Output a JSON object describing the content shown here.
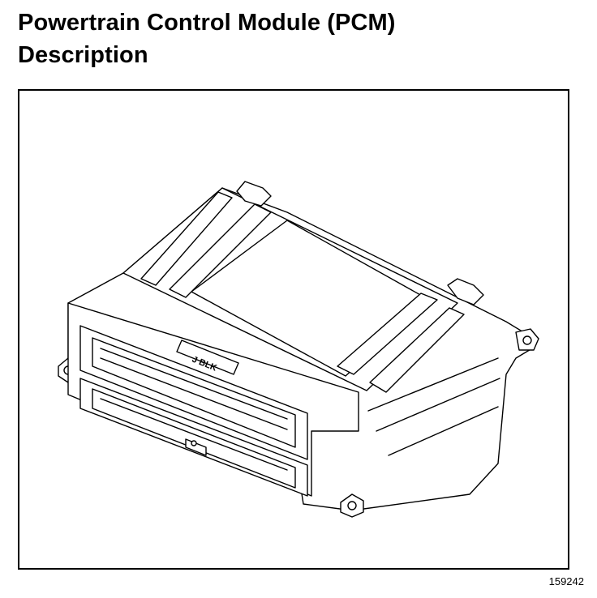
{
  "document": {
    "title_line1": "Powertrain Control Module (PCM)",
    "title_line2": "Description",
    "figure_id": "159242",
    "module_label": "J BLK"
  }
}
